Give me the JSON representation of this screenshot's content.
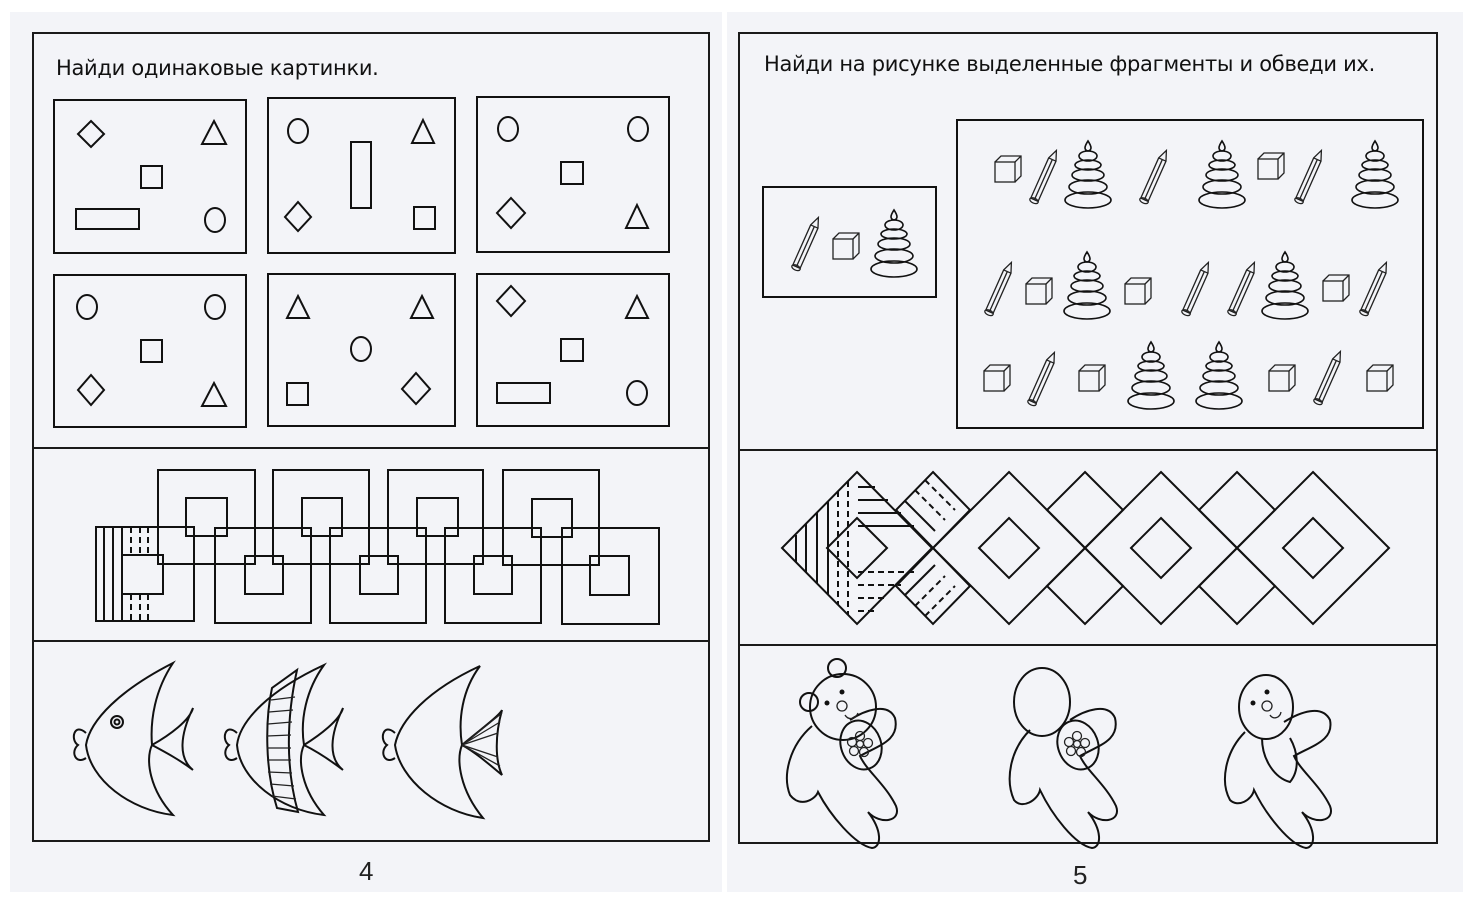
{
  "spread": {
    "left_page": {
      "title": "Найди одинаковые картинки.",
      "page_number": "4",
      "shape_cards": [
        {
          "index": 1,
          "shapes": [
            "diamond",
            "triangle",
            "square",
            "wide-rectangle",
            "circle"
          ]
        },
        {
          "index": 2,
          "shapes": [
            "circle",
            "triangle",
            "tall-rectangle",
            "diamond",
            "square"
          ]
        },
        {
          "index": 3,
          "shapes": [
            "circle",
            "circle",
            "square",
            "diamond",
            "triangle"
          ]
        },
        {
          "index": 4,
          "shapes": [
            "circle",
            "circle",
            "square",
            "diamond",
            "triangle"
          ]
        },
        {
          "index": 5,
          "shapes": [
            "triangle",
            "triangle",
            "circle",
            "square",
            "diamond"
          ]
        },
        {
          "index": 6,
          "shapes": [
            "diamond",
            "triangle",
            "square",
            "wide-rectangle",
            "circle"
          ]
        }
      ],
      "pattern_row": {
        "name": "interlocking-squares-border"
      },
      "fish_row": [
        {
          "variant": "with-eye"
        },
        {
          "variant": "striped-body"
        },
        {
          "variant": "striped-tail"
        }
      ]
    },
    "right_page": {
      "title": "Найди на рисунке выделенные фрагменты и обведи их.",
      "page_number": "5",
      "sample_fragment": [
        "pencil",
        "cube",
        "pyramid"
      ],
      "search_grid": [
        [
          "cube",
          "pencil",
          "pyramid",
          "pencil",
          "pyramid",
          "cube",
          "pencil",
          "pyramid"
        ],
        [
          "pencil",
          "cube",
          "pyramid",
          "cube",
          "pencil",
          "pencil",
          "pyramid",
          "cube",
          "pencil"
        ],
        [
          "cube",
          "pencil",
          "cube",
          "pyramid",
          "pyramid",
          "cube",
          "pencil",
          "cube"
        ]
      ],
      "diamond_row": {
        "name": "diamond-chain-border"
      },
      "bear_row": [
        {
          "variant": "full-bear"
        },
        {
          "variant": "no-face"
        },
        {
          "variant": "no-ears-no-flower"
        }
      ]
    }
  }
}
